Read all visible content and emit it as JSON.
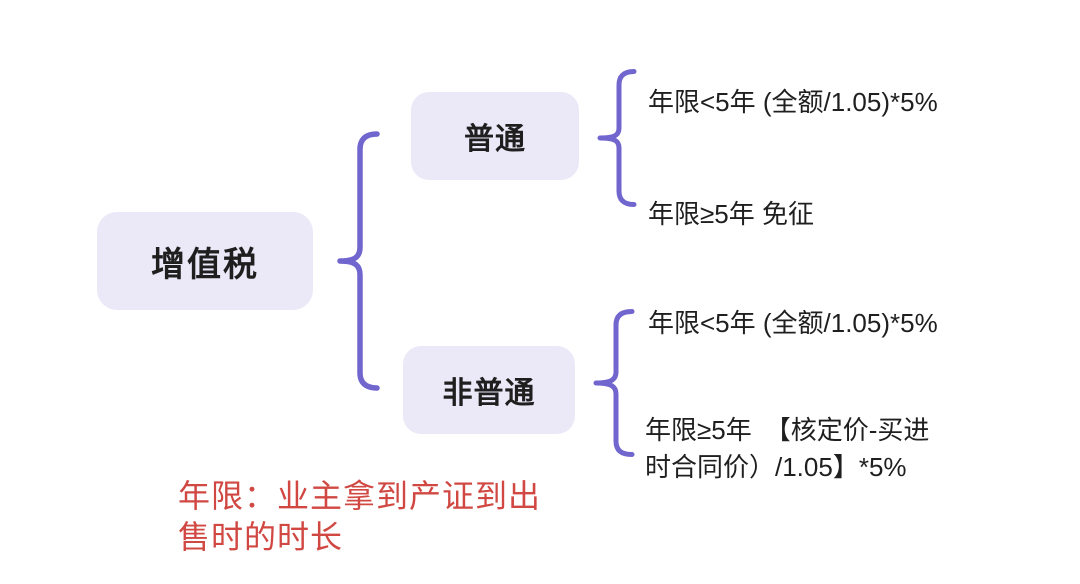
{
  "colors": {
    "accent_purple": "#7165CE",
    "node_fill": "#EBE9F8",
    "text_dark": "#1F1F1F",
    "note_red": "#D14843",
    "background": "#FFFFFF"
  },
  "tree": {
    "root": {
      "label": "增值税"
    },
    "branches": [
      {
        "label": "普通",
        "leaves": [
          {
            "text": "年限<5年 (全额/1.05)*5%"
          },
          {
            "text": "年限≥5年 免征"
          }
        ]
      },
      {
        "label": "非普通",
        "leaves": [
          {
            "text": "年限<5年 (全额/1.05)*5%"
          },
          {
            "lines": [
              "年限≥5年　【核定价-买进",
              "时合同价）/1.05】*5%"
            ]
          }
        ]
      }
    ]
  },
  "note": {
    "lines": [
      "年限：业主拿到产证到出",
      "售时的时长"
    ]
  }
}
